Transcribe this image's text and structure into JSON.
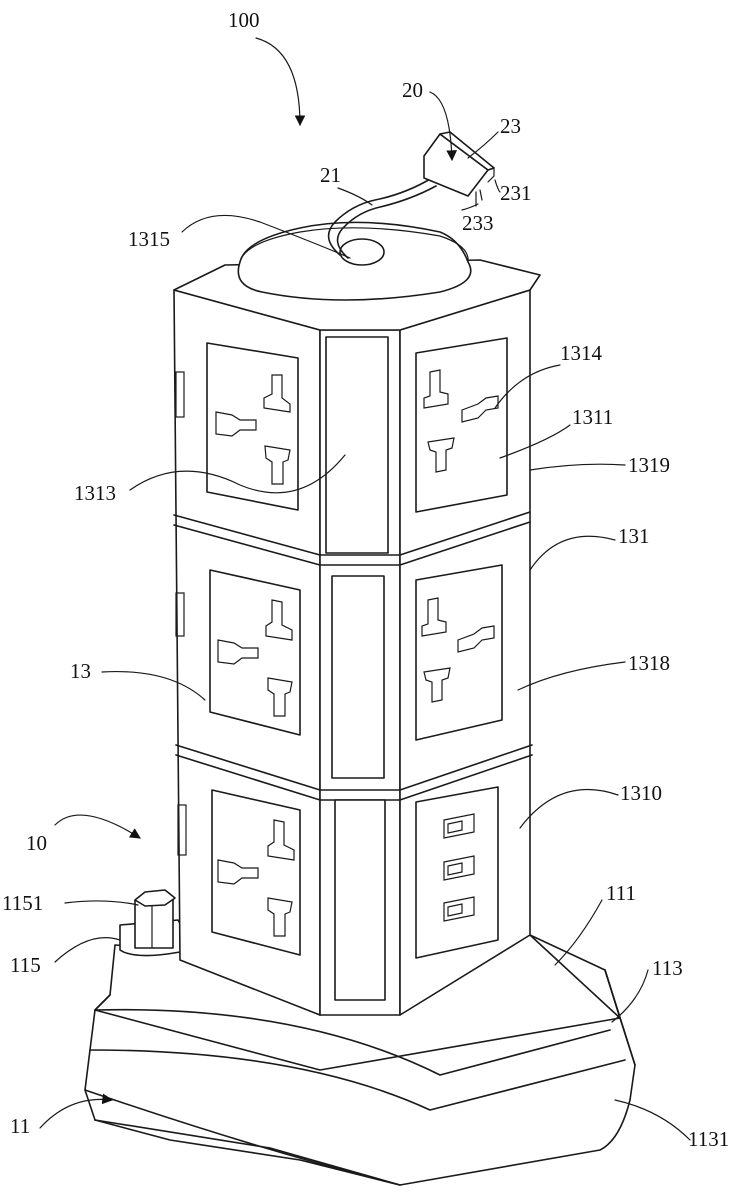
{
  "figure_id": "100",
  "labels": {
    "l100": "100",
    "l20": "20",
    "l23": "23",
    "l21": "21",
    "l231": "231",
    "l233": "233",
    "l1315": "1315",
    "l1314": "1314",
    "l1311": "1311",
    "l1313": "1313",
    "l1319": "1319",
    "l131": "131",
    "l13": "13",
    "l1318": "1318",
    "l10": "10",
    "l1310": "1310",
    "l1151": "1151",
    "l111": "111",
    "l115": "115",
    "l113": "113",
    "l11": "11",
    "l1131": "1131"
  }
}
